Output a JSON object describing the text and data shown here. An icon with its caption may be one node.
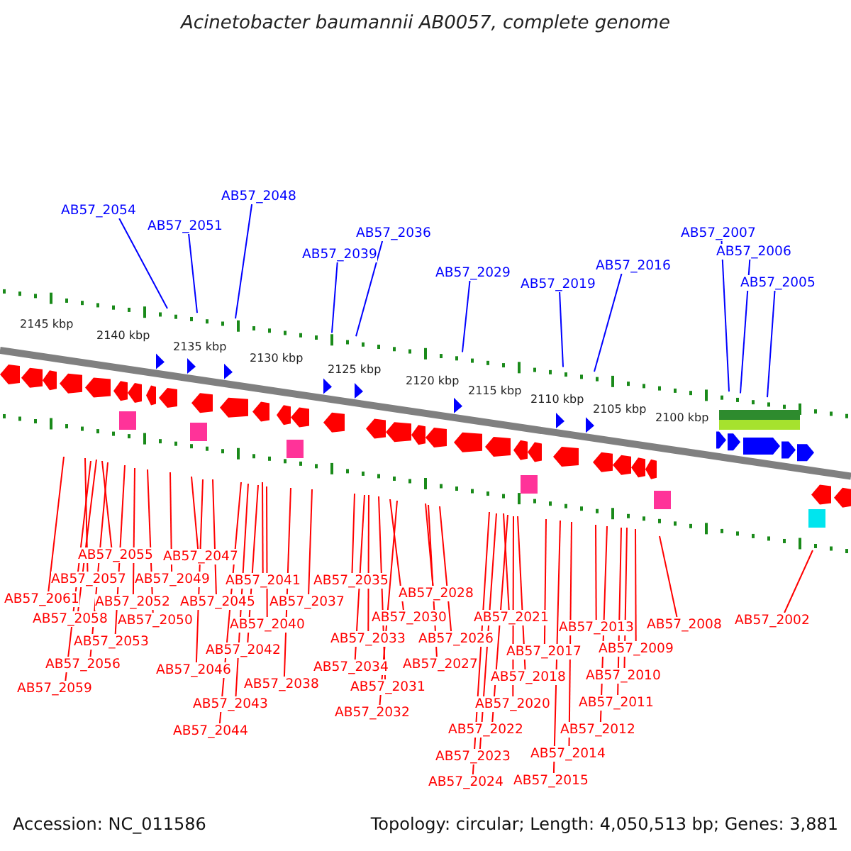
{
  "diagram": {
    "title": "Acinetobacter baumannii AB0057, complete genome",
    "nodes": [
      {
        "text": [
          "AB57_2054"
        ]
      },
      {
        "text": [
          "AB57_2051"
        ]
      },
      {
        "text": [
          "AB57_2048"
        ]
      },
      {
        "text": [
          "AB57_2039"
        ]
      },
      {
        "text": [
          "AB57_2036"
        ]
      },
      {
        "text": [
          "AB57_2029"
        ]
      },
      {
        "text": [
          "AB57_2019"
        ]
      },
      {
        "text": [
          "AB57_2016"
        ]
      },
      {
        "text": [
          "AB57_2007"
        ]
      },
      {
        "text": [
          "AB57_2006"
        ]
      },
      {
        "text": [
          "AB57_2005"
        ]
      },
      {
        "text": [
          "AB57_2061"
        ]
      },
      {
        "text": [
          "AB57_2057"
        ]
      },
      {
        "text": [
          "AB57_2055"
        ]
      },
      {
        "text": [
          "AB57_2058"
        ]
      },
      {
        "text": [
          "AB57_2052"
        ]
      },
      {
        "text": [
          "AB57_2053"
        ]
      },
      {
        "text": [
          "AB57_2050"
        ]
      },
      {
        "text": [
          "AB57_2056"
        ]
      },
      {
        "text": [
          "AB57_2059"
        ]
      },
      {
        "text": [
          "AB57_2049"
        ]
      },
      {
        "text": [
          "AB57_2047"
        ]
      },
      {
        "text": [
          "AB57_2045"
        ]
      },
      {
        "text": [
          "AB57_2046"
        ]
      },
      {
        "text": [
          "AB57_2041"
        ]
      },
      {
        "text": [
          "AB57_2040"
        ]
      },
      {
        "text": [
          "AB57_2042"
        ]
      },
      {
        "text": [
          "AB57_2043"
        ]
      },
      {
        "text": [
          "AB57_2044"
        ]
      },
      {
        "text": [
          "AB57_2037"
        ]
      },
      {
        "text": [
          "AB57_2038"
        ]
      },
      {
        "text": [
          "AB57_2035"
        ]
      },
      {
        "text": [
          "AB57_2028"
        ]
      },
      {
        "text": [
          "AB57_2030"
        ]
      },
      {
        "text": [
          "AB57_2033"
        ]
      },
      {
        "text": [
          "AB57_2026"
        ]
      },
      {
        "text": [
          "AB57_2034"
        ]
      },
      {
        "text": [
          "AB57_2027"
        ]
      },
      {
        "text": [
          "AB57_2031"
        ]
      },
      {
        "text": [
          "AB57_2032"
        ]
      },
      {
        "text": [
          "AB57_2021"
        ]
      },
      {
        "text": [
          "AB57_2017"
        ]
      },
      {
        "text": [
          "AB57_2018"
        ]
      },
      {
        "text": [
          "AB57_2020"
        ]
      },
      {
        "text": [
          "AB57_2022"
        ]
      },
      {
        "text": [
          "AB57_2023"
        ]
      },
      {
        "text": [
          "AB57_2024"
        ]
      },
      {
        "text": [
          "AB57_2013"
        ]
      },
      {
        "text": [
          "AB57_2009"
        ]
      },
      {
        "text": [
          "AB57_2010"
        ]
      },
      {
        "text": [
          "AB57_2011"
        ]
      },
      {
        "text": [
          "AB57_2012"
        ]
      },
      {
        "text": [
          "AB57_2014"
        ]
      },
      {
        "text": [
          "AB57_2015"
        ]
      },
      {
        "text": [
          "AB57_2008"
        ]
      },
      {
        "text": [
          "AB57_2002"
        ]
      }
    ],
    "edges": [
      {
        "from": 0,
        "to": null,
        "arrow": "none",
        "color": "#0000ff"
      },
      {
        "from": 1,
        "to": null,
        "arrow": "none",
        "color": "#0000ff"
      },
      {
        "from": 2,
        "to": null,
        "arrow": "none",
        "color": "#0000ff"
      },
      {
        "from": 3,
        "to": null,
        "arrow": "none",
        "color": "#0000ff"
      },
      {
        "from": 4,
        "to": null,
        "arrow": "none",
        "color": "#0000ff"
      },
      {
        "from": 5,
        "to": null,
        "arrow": "none",
        "color": "#0000ff"
      },
      {
        "from": 6,
        "to": null,
        "arrow": "none",
        "color": "#0000ff"
      },
      {
        "from": 7,
        "to": null,
        "arrow": "none",
        "color": "#0000ff"
      },
      {
        "from": 8,
        "to": null,
        "arrow": "none",
        "color": "#0000ff"
      },
      {
        "from": 9,
        "to": null,
        "arrow": "none",
        "color": "#0000ff"
      },
      {
        "from": 10,
        "to": null,
        "arrow": "none",
        "color": "#0000ff"
      },
      {
        "from": 11,
        "to": null,
        "arrow": "none"
      },
      {
        "from": 12,
        "to": null,
        "arrow": "none"
      },
      {
        "from": 13,
        "to": null,
        "arrow": "none"
      },
      {
        "from": 14,
        "to": null,
        "arrow": "none"
      },
      {
        "from": 15,
        "to": null,
        "arrow": "none"
      },
      {
        "from": 16,
        "to": null,
        "arrow": "none"
      },
      {
        "from": 17,
        "to": null,
        "arrow": "none"
      },
      {
        "from": 18,
        "to": null,
        "arrow": "none"
      },
      {
        "from": 19,
        "to": null,
        "arrow": "none"
      },
      {
        "from": 20,
        "to": null,
        "arrow": "none"
      },
      {
        "from": 21,
        "to": null,
        "arrow": "none"
      },
      {
        "from": 22,
        "to": null,
        "arrow": "none"
      },
      {
        "from": 23,
        "to": null,
        "arrow": "none"
      },
      {
        "from": 24,
        "to": null,
        "arrow": "none"
      },
      {
        "from": 25,
        "to": null,
        "arrow": "none"
      },
      {
        "from": 26,
        "to": null,
        "arrow": "none"
      },
      {
        "from": 27,
        "to": null,
        "arrow": "none"
      },
      {
        "from": 28,
        "to": null,
        "arrow": "none"
      },
      {
        "from": 29,
        "to": null,
        "arrow": "none"
      },
      {
        "from": 30,
        "to": null,
        "arrow": "none"
      },
      {
        "from": 31,
        "to": null,
        "arrow": "none"
      },
      {
        "from": 32,
        "to": null,
        "arrow": "none"
      },
      {
        "from": 33,
        "to": null,
        "arrow": "none"
      },
      {
        "from": 34,
        "to": null,
        "arrow": "none"
      },
      {
        "from": 35,
        "to": null,
        "arrow": "none"
      },
      {
        "from": 36,
        "to": null,
        "arrow": "none"
      },
      {
        "from": 37,
        "to": null,
        "arrow": "none"
      },
      {
        "from": 38,
        "to": null,
        "arrow": "none"
      },
      {
        "from": 39,
        "to": null,
        "arrow": "none"
      },
      {
        "from": 40,
        "to": null,
        "arrow": "none"
      },
      {
        "from": 41,
        "to": null,
        "arrow": "none"
      },
      {
        "from": 42,
        "to": null,
        "arrow": "none"
      },
      {
        "from": 43,
        "to": null,
        "arrow": "none"
      },
      {
        "from": 44,
        "to": null,
        "arrow": "none"
      },
      {
        "from": 45,
        "to": null,
        "arrow": "none"
      },
      {
        "from": 46,
        "to": null,
        "arrow": "none"
      },
      {
        "from": 47,
        "to": null,
        "arrow": "none"
      },
      {
        "from": 48,
        "to": null,
        "arrow": "none"
      },
      {
        "from": 49,
        "to": null,
        "arrow": "none"
      },
      {
        "from": 50,
        "to": null,
        "arrow": "none"
      },
      {
        "from": 51,
        "to": null,
        "arrow": "none"
      },
      {
        "from": 52,
        "to": null,
        "arrow": "none"
      },
      {
        "from": 53,
        "to": null,
        "arrow": "none"
      },
      {
        "from": 54,
        "to": null,
        "arrow": "none"
      },
      {
        "from": 55,
        "to": null,
        "arrow": "none"
      }
    ],
    "labels": [
      "2145 kbp",
      "2140 kbp",
      "2135 kbp",
      "2130 kbp",
      "2125 kbp",
      "2120 kbp",
      "2115 kbp",
      "2110 kbp",
      "2105 kbp",
      "2100 kbp",
      "Accession: NC_011586",
      "Topology: circular; Length: 4,050,513 bp; Genes: 3,881"
    ]
  }
}
